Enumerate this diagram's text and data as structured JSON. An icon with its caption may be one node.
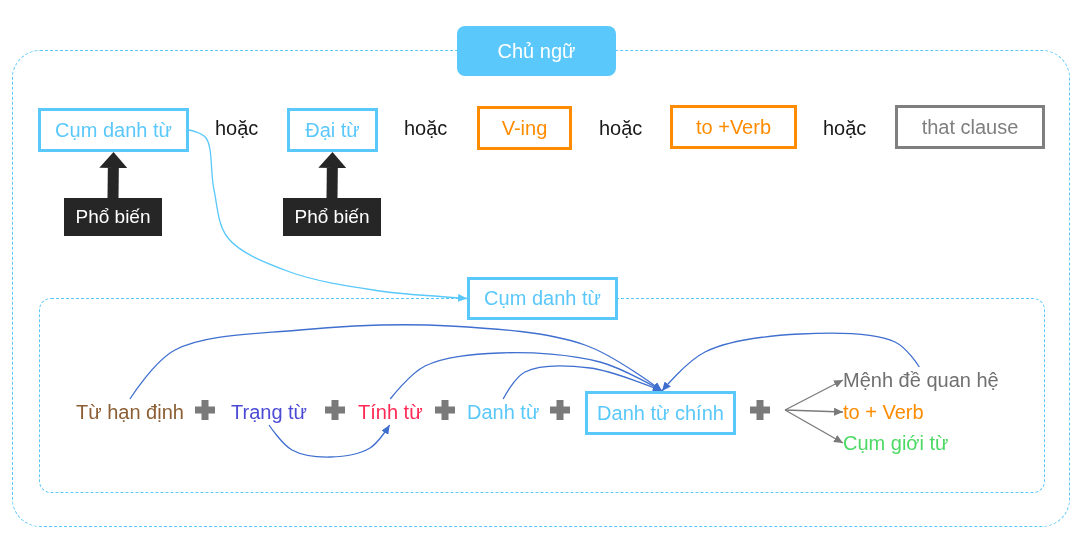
{
  "diagram": {
    "nodes": [
      {
        "text": [
          "Chủ ngữ"
        ]
      },
      {
        "text": [
          "Cụm danh từ"
        ],
        "in": 0
      },
      {
        "text": [
          "Đại từ"
        ],
        "in": 0
      },
      {
        "text": [
          "V-ing"
        ],
        "in": 0
      },
      {
        "text": [
          "to +Verb"
        ],
        "in": 0
      },
      {
        "text": [
          "that clause"
        ],
        "in": 0
      },
      {
        "text": [
          "Phổ biến"
        ],
        "in": 0
      },
      {
        "text": [
          "Phổ biến"
        ],
        "in": 0
      },
      {
        "text": [
          "Cụm danh từ"
        ],
        "in": 0
      },
      {
        "text": [],
        "shape": "box",
        "in": 0
      },
      {
        "text": [
          "Từ hạn định"
        ],
        "in": 9
      },
      {
        "text": [
          "Trạng từ"
        ],
        "in": 9
      },
      {
        "text": [
          "Tính từ"
        ],
        "in": 9
      },
      {
        "text": [
          "Danh từ"
        ],
        "in": 9
      },
      {
        "text": [
          "Danh từ chính"
        ],
        "in": 9
      },
      {
        "text": [
          "Mệnh đề quan hệ"
        ],
        "in": 9
      },
      {
        "text": [
          "to + Verb"
        ],
        "in": 9
      },
      {
        "text": [
          "Cụm giới từ"
        ],
        "in": 9
      }
    ],
    "edges": [
      {
        "from": 1,
        "to": 8,
        "arrow": "to",
        "color": "#5ac8fa"
      },
      {
        "from": 6,
        "to": 1,
        "arrow": "to",
        "style": "thick",
        "color": "#262626"
      },
      {
        "from": 7,
        "to": 2,
        "arrow": "to",
        "style": "thick",
        "color": "#262626"
      },
      {
        "from": 10,
        "to": 14,
        "arrow": "to"
      },
      {
        "from": 12,
        "to": 14,
        "arrow": "to"
      },
      {
        "from": 13,
        "to": 14,
        "arrow": "to"
      },
      {
        "from": 15,
        "to": 14,
        "arrow": "to"
      },
      {
        "from": 11,
        "to": 12,
        "arrow": "to"
      },
      {
        "from": null,
        "to": 15,
        "arrow": "to",
        "color": "#7a7a7a"
      },
      {
        "from": null,
        "to": 16,
        "arrow": "to",
        "color": "#7a7a7a"
      },
      {
        "from": null,
        "to": 17,
        "arrow": "to",
        "color": "#7a7a7a"
      }
    ],
    "labels": [
      "hoặc",
      "hoặc",
      "hoặc",
      "hoặc"
    ]
  }
}
